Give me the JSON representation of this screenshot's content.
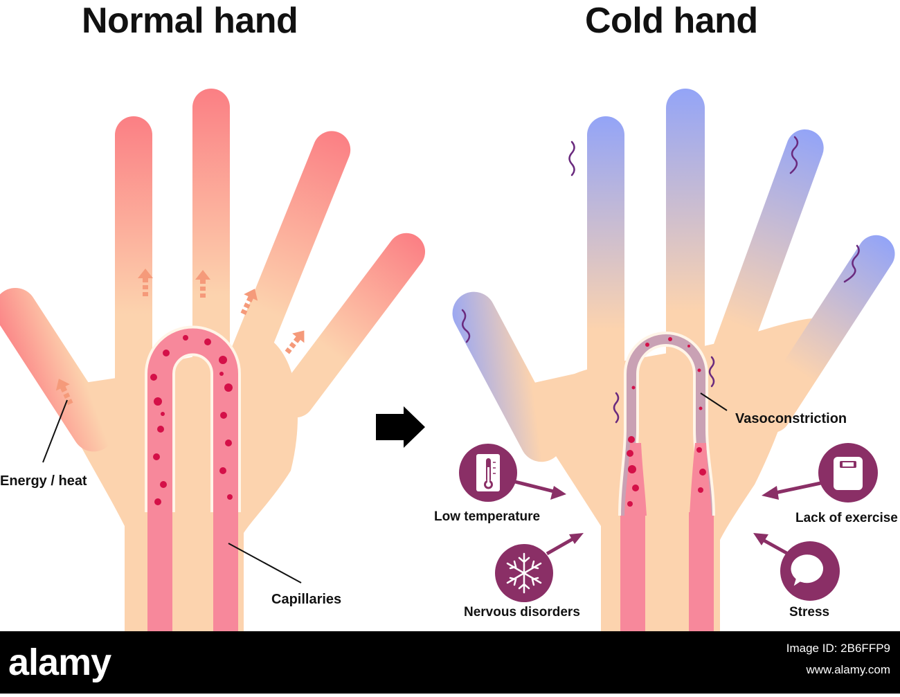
{
  "titles": {
    "left": "Normal hand",
    "right": "Cold hand"
  },
  "labels": {
    "energy_heat": "Energy / heat",
    "capillaries": "Capillaries",
    "vasoconstriction": "Vasoconstriction",
    "low_temperature": "Low temperature",
    "nervous_disorders": "Nervous disorders",
    "lack_of_exercise": "Lack of exercise",
    "stress": "Stress"
  },
  "icons": {
    "thermometer": "thermometer-icon",
    "snowflake": "snowflake-icon",
    "scale": "weight-scale-icon",
    "stress": "speech-bubble-icon",
    "arrow": "right-arrow-icon"
  },
  "colors": {
    "skin": "#fcd3ae",
    "warm_tip": "#fb7f84",
    "cold_tip": "#93a4f7",
    "vessel": "#f7889b",
    "blood_cell": "#d41048",
    "cause_circle": "#8a2f66",
    "footer": "#000000"
  },
  "footer": {
    "logo": "alamy",
    "image_id": "Image ID: 2B6FFP9",
    "site": "www.alamy.com"
  }
}
